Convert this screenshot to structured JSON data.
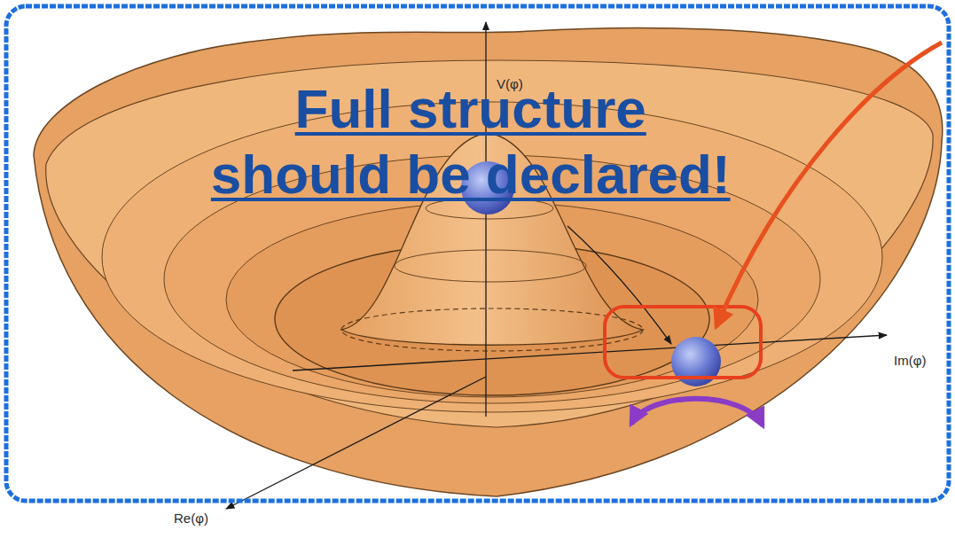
{
  "diagram": {
    "labels": [
      "Full structure should be declared!",
      "V(φ)",
      "Im(φ)",
      "Re(φ)"
    ]
  }
}
